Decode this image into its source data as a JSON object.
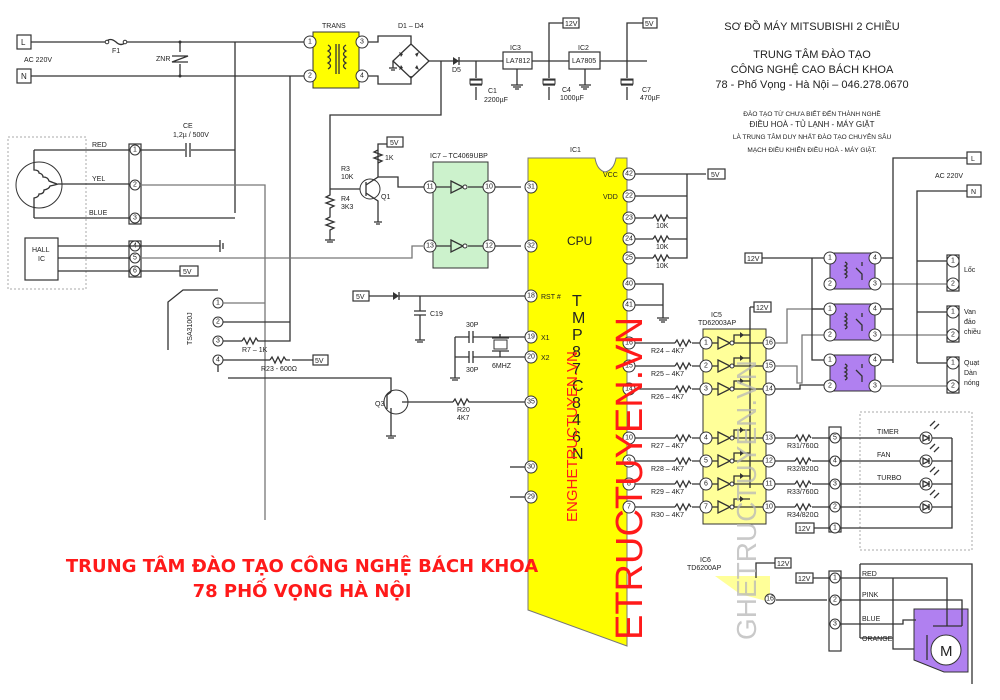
{
  "header": {
    "title": "SƠ ĐỒ MÁY MITSUBISHI 2 CHIỀU",
    "center_line1": "TRUNG TÂM ĐÀO TẠO",
    "center_line2": "CÔNG NGHỆ CAO BÁCH KHOA",
    "address": "78 - Phố Vọng - Hà Nội – 046.278.0670",
    "tag1": "ĐÀO TẠO TỪ CHƯA BIẾT ĐẾN THÀNH NGHỀ",
    "tag2": "ĐIỀU HOÀ - TỦ LẠNH - MÁY GIẶT",
    "tag3": "LÀ TRUNG TÂM DUY NHẤT ĐÀO TẠO CHUYÊN SÂU",
    "tag4": "MẠCH ĐIỀU KHIỂN ĐIỀU HOÀ - MÁY GIẶT."
  },
  "banner": {
    "line1": "TRUNG TÂM ĐÀO TẠO CÔNG NGHỆ BÁCH KHOA",
    "line2": "78 PHỐ VỌNG HÀ NỘI",
    "color": "#ff1a1a"
  },
  "watermarks": {
    "red_small": "ENGHETRUCTUYEN.VN",
    "red_big": "ETRUCTUYEN.VN",
    "grey": "GHETRUCTUYEN.VN"
  },
  "colors": {
    "yellow": "#ffff00",
    "light_yellow": "#ffff99",
    "green": "#ccf2cc",
    "purple": "#b080f0"
  },
  "power": {
    "L": "L",
    "N": "N",
    "ac": "AC 220V",
    "fuse": "F1",
    "znr": "ZNR",
    "trans": "TRANS",
    "bridge": "D1 – D4",
    "d5": "D5",
    "c1": "C1",
    "c1v": "2200µF",
    "ic3": "IC3",
    "ic3p": "LA7812",
    "c4": "C4",
    "c4v": "1000µF",
    "ic2": "IC2",
    "ic2p": "LA7805",
    "c7": "C7",
    "c7v": "470µF",
    "v12": "12V",
    "v5": "5V",
    "tp": [
      "1",
      "2",
      "3",
      "4"
    ]
  },
  "fan_motor": {
    "ce": "CE",
    "ce_val": "1,2µ / 500V",
    "wires": [
      "RED",
      "YEL",
      "BLUE"
    ],
    "pins": [
      "1",
      "2",
      "3",
      "4",
      "5",
      "6"
    ],
    "hall": [
      "HALL",
      "IC"
    ],
    "v5": "5V"
  },
  "q1": {
    "r3": "R3",
    "r3v": "10K",
    "r4": "R4",
    "r4v": "3K3",
    "r1k": "1K",
    "q": "Q1",
    "v5": "5V"
  },
  "ic7": {
    "label": "IC7 – TC4069UBP",
    "pins": [
      "11",
      "10",
      "13",
      "12"
    ]
  },
  "cpu": {
    "ic": "IC1",
    "name": "CPU",
    "part": [
      "T",
      "M",
      "P",
      "8",
      "7",
      "C",
      "8",
      "4",
      "6",
      "N"
    ],
    "left_pins": [
      {
        "n": "31",
        "l": ""
      },
      {
        "n": "32",
        "l": ""
      },
      {
        "n": "18",
        "l": "RST #"
      },
      {
        "n": "19",
        "l": "X1"
      },
      {
        "n": "20",
        "l": "X2"
      },
      {
        "n": "35",
        "l": ""
      },
      {
        "n": "30",
        "l": ""
      },
      {
        "n": "29",
        "l": ""
      }
    ],
    "right_pins": [
      {
        "n": "42",
        "l": "VCC"
      },
      {
        "n": "22",
        "l": "VDD"
      },
      {
        "n": "23",
        "l": ""
      },
      {
        "n": "24",
        "l": ""
      },
      {
        "n": "25",
        "l": ""
      },
      {
        "n": "40",
        "l": ""
      },
      {
        "n": "41",
        "l": ""
      },
      {
        "n": "16",
        "l": ""
      },
      {
        "n": "15",
        "l": ""
      },
      {
        "n": "14",
        "l": ""
      },
      {
        "n": "10",
        "l": ""
      },
      {
        "n": "9",
        "l": ""
      },
      {
        "n": "8",
        "l": ""
      },
      {
        "n": "7",
        "l": ""
      }
    ],
    "pullup": "10K",
    "v5": "5V"
  },
  "reset": {
    "v5": "5V",
    "c19": "C19"
  },
  "crystal": {
    "c": "30P",
    "x": "6MHZ"
  },
  "sensor": {
    "part": "TSA3100J",
    "pins": [
      "1",
      "2",
      "3",
      "4"
    ],
    "r7": "R7 – 1K",
    "r23": "R23 - 600Ω",
    "v5": "5V"
  },
  "q3": {
    "q": "Q3",
    "r20": "R20",
    "r20v": "4K7"
  },
  "ic5": {
    "ic": "IC5",
    "part": "TD62003AP",
    "in_res": [
      "R24 – 4K7",
      "R25 – 4K7",
      "R26 – 4K7",
      "R27 – 4K7",
      "R28 – 4K7",
      "R29 – 4K7",
      "R30 – 4K7"
    ],
    "in_pins": [
      "1",
      "2",
      "3",
      "4",
      "5",
      "6",
      "7"
    ],
    "out_pins": [
      "16",
      "15",
      "14",
      "13",
      "12",
      "11",
      "10"
    ],
    "v12": "12V"
  },
  "relays": {
    "v12": "12V",
    "pins": [
      "1",
      "2",
      "3",
      "4"
    ],
    "loads": [
      {
        "name": [
          "Lốc"
        ]
      },
      {
        "name": [
          "Van",
          "đảo",
          "chiều"
        ]
      },
      {
        "name": [
          "Quạt",
          "Dàn",
          "nóng"
        ]
      }
    ],
    "L": "L",
    "N": "N",
    "ac": "AC 220V",
    "cpins": [
      "1",
      "2"
    ]
  },
  "leds": {
    "res": [
      "R31/760Ω",
      "R32/820Ω",
      "R33/760Ω",
      "R34/820Ω"
    ],
    "pins": [
      "5",
      "4",
      "3",
      "2",
      "1"
    ],
    "labels": [
      "TIMER",
      "FAN",
      "TURBO",
      ""
    ],
    "v12": "12V"
  },
  "stepper": {
    "ic": "IC6",
    "part": "TD6200AP",
    "v12a": "12V",
    "v12b": "12V",
    "pin16": "16",
    "pins": [
      "1",
      "2",
      "3"
    ],
    "wires": [
      "RED",
      "PINK",
      "BLUE",
      "ORANGE"
    ],
    "motor": "M"
  }
}
